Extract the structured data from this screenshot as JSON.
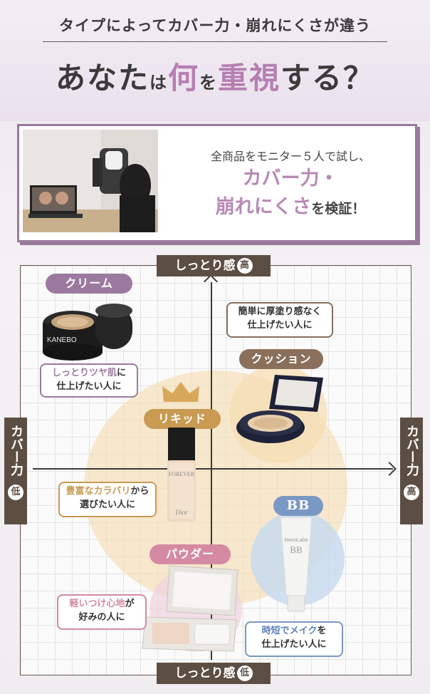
{
  "header": {
    "subtitle": "タイプによってカバー力・崩れにくさが違う",
    "title_part1": "あなた",
    "title_part2": "は",
    "title_accent": "何",
    "title_part3": "を",
    "title_accent2": "重視",
    "title_part4": "する？"
  },
  "test": {
    "line1": "全商品をモニター５人で試し、",
    "line2": "カバー力・",
    "line3_accent": "崩れにくさ",
    "line3_rest": "を検証！"
  },
  "axes": {
    "top_label": "しっとり感",
    "top_level": "高",
    "bottom_label": "しっとり感",
    "bottom_level": "低",
    "left_label": "カバー力",
    "left_level": "低",
    "right_label": "カバー力",
    "right_level": "高"
  },
  "types": {
    "cream": {
      "label": "クリーム",
      "desc_accent": "しっとりツヤ肌",
      "desc_rest1": "に",
      "desc_line2": "仕上げたい人に",
      "brand_text": "KANEBO"
    },
    "cushion": {
      "label": "クッション",
      "desc_line1": "簡単に厚塗り感なく",
      "desc_line2": "仕上げたい人に"
    },
    "liquid": {
      "label": "リキッド",
      "desc_accent": "豊富なカラバリ",
      "desc_rest1": "から",
      "desc_line2": "選びたい人に",
      "brand_text": "FOREVER",
      "brand_sub": "Dior"
    },
    "bb": {
      "label": "BB",
      "desc_accent": "時短でメイク",
      "desc_rest1": "を",
      "desc_line2": "仕上げたい人に",
      "brand_text": "MeiroLabo",
      "brand_sub": "BB"
    },
    "powder": {
      "label": "パウダー",
      "desc_accent": "軽いつけ心地",
      "desc_rest1": "が",
      "desc_line2": "好みの人に"
    }
  },
  "colors": {
    "purple": "#9c7aa0",
    "brown": "#8a6f5b",
    "gold": "#c89a52",
    "blue": "#7a98c4",
    "pink": "#d48aa2",
    "axis_bg": "#5d4e44"
  }
}
